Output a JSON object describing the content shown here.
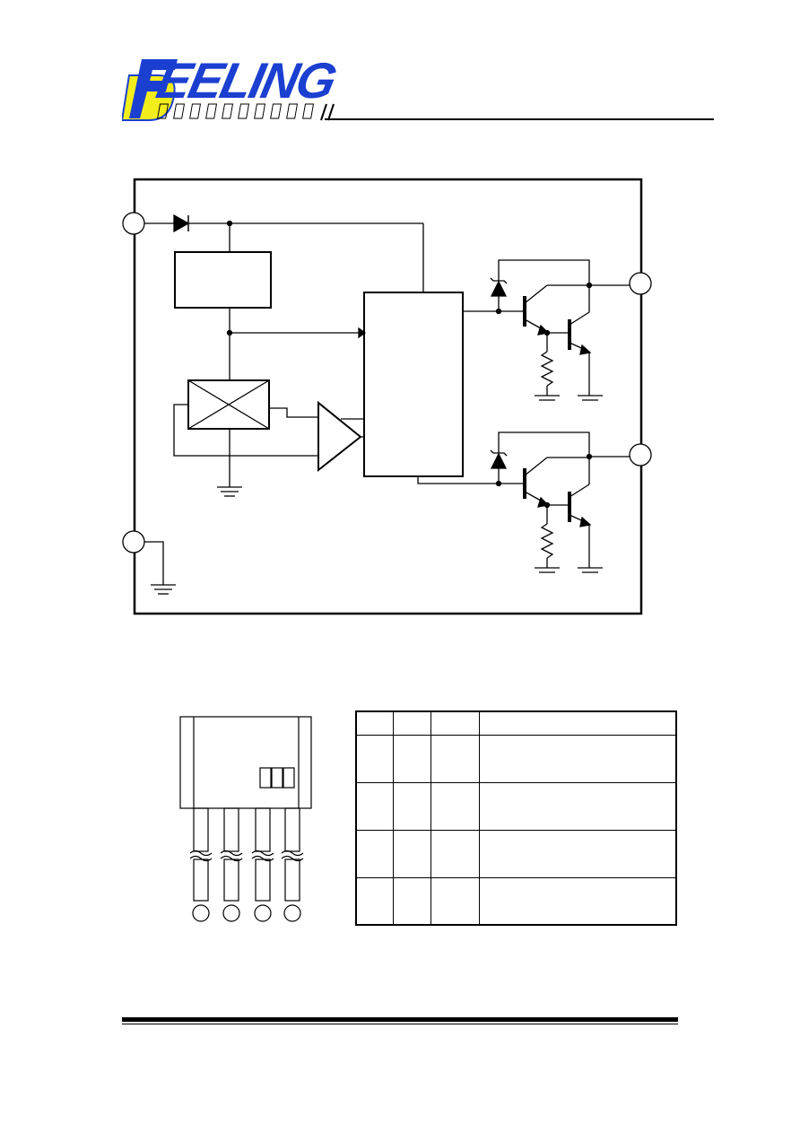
{
  "header": {
    "brand_text": "EELING",
    "logo_mark": "F"
  },
  "colors": {
    "brand_blue": "#1b3fd0",
    "brand_yellow": "#f2ee1c",
    "line": "#000000"
  },
  "diagram": {
    "pins": [
      "",
      "",
      "",
      ""
    ],
    "blocks": [
      "",
      "",
      ""
    ]
  },
  "package": {
    "leads": 4,
    "marking_cells": 3
  },
  "pin_table": {
    "columns": [
      "",
      "",
      "",
      ""
    ],
    "rows": [
      [
        "",
        "",
        "",
        ""
      ],
      [
        "",
        "",
        "",
        ""
      ],
      [
        "",
        "",
        "",
        ""
      ],
      [
        "",
        "",
        "",
        ""
      ]
    ]
  }
}
